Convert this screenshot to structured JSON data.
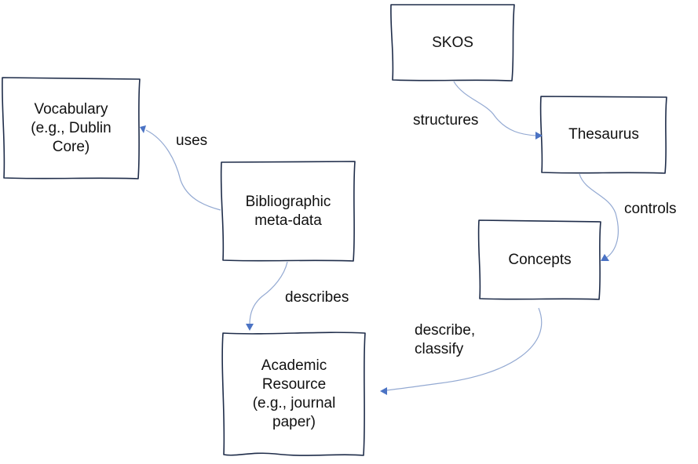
{
  "nodes": {
    "skos": {
      "lines": [
        "SKOS"
      ]
    },
    "vocabulary": {
      "lines": [
        "Vocabulary",
        "(e.g., Dublin",
        "Core)"
      ]
    },
    "thesaurus": {
      "lines": [
        "Thesaurus"
      ]
    },
    "bibliographic": {
      "lines": [
        "Bibliographic",
        "meta-data"
      ]
    },
    "concepts": {
      "lines": [
        "Concepts"
      ]
    },
    "academic": {
      "lines": [
        "Academic",
        "Resource",
        "(e.g., journal",
        "paper)"
      ]
    }
  },
  "edges": {
    "structures": {
      "lines": [
        "structures"
      ]
    },
    "uses": {
      "lines": [
        "uses"
      ]
    },
    "controls": {
      "lines": [
        "controls"
      ]
    },
    "describes": {
      "lines": [
        "describes"
      ]
    },
    "describe_classify": {
      "lines": [
        "describe,",
        "classify"
      ]
    }
  },
  "colors": {
    "node_border": "#1f2d4a",
    "edge_line": "#93a9d2",
    "arrow_head": "#4b73c4"
  }
}
